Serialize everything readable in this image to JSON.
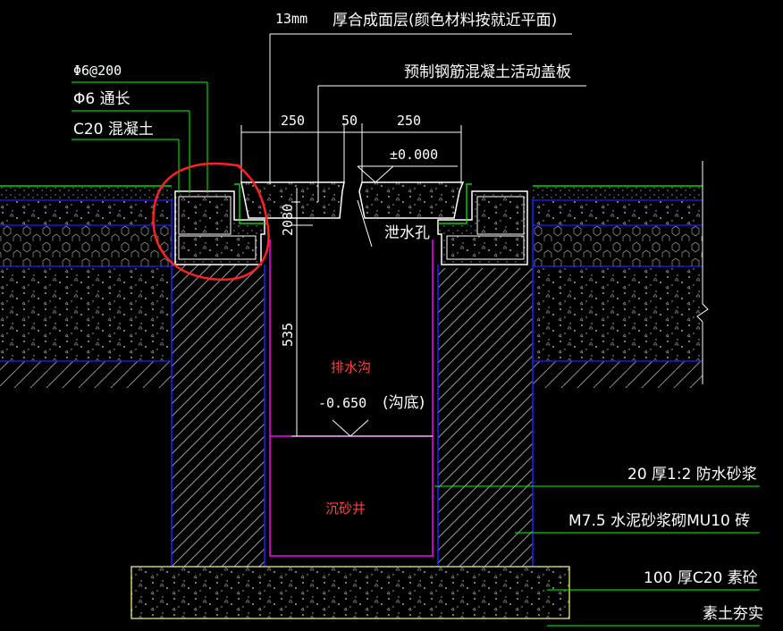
{
  "labels": {
    "surface_layer": "厚合成面层(颜色材料按就近平面)",
    "surface_thickness": "13mm",
    "cover_plate": "预制钢筋混凝土活动盖板",
    "rebar_spacing": "Φ6@200",
    "rebar_long": "Φ6 通长",
    "concrete": "C20 混凝土",
    "drain_hole": "泄水孔",
    "ditch": "排水沟",
    "ditch_bottom_tag": "(沟底)",
    "sand_well": "沉砂井",
    "waterproof_mortar": "20 厚1:2 防水砂浆",
    "masonry": "M7.5 水泥砂浆砌MU10 砖",
    "base_concrete": "100 厚C20 素砼",
    "compacted_soil": "素土夯实"
  },
  "dimensions": {
    "width_left": "250",
    "width_gap": "50",
    "width_right": "250",
    "elevation_top": "±0.000",
    "height_80": "80",
    "height_20": "20",
    "depth_535": "535",
    "elevation_bottom": "-0.650"
  },
  "colors": {
    "background": "#000000",
    "line_white": "#ffffff",
    "line_green": "#00ff00",
    "line_blue": "#2020ff",
    "line_magenta": "#ff00ff",
    "line_yellow": "#ffff00",
    "annotation_red": "#ff2020",
    "text_red": "#ff4040"
  }
}
